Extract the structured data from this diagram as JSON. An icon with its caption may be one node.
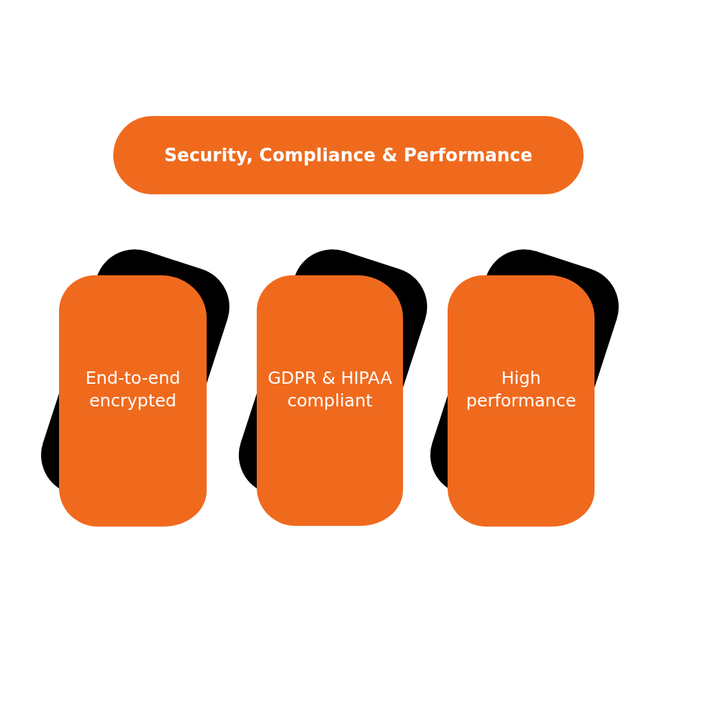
{
  "diagram": {
    "nodes": [
      {
        "text": [
          "Security, Compliance & Performance"
        ]
      },
      {
        "text": [
          "End-to-end encrypted"
        ]
      },
      {
        "text": [
          "GDPR & HIPAA compliant"
        ]
      },
      {
        "text": [
          "High performance"
        ]
      }
    ]
  }
}
